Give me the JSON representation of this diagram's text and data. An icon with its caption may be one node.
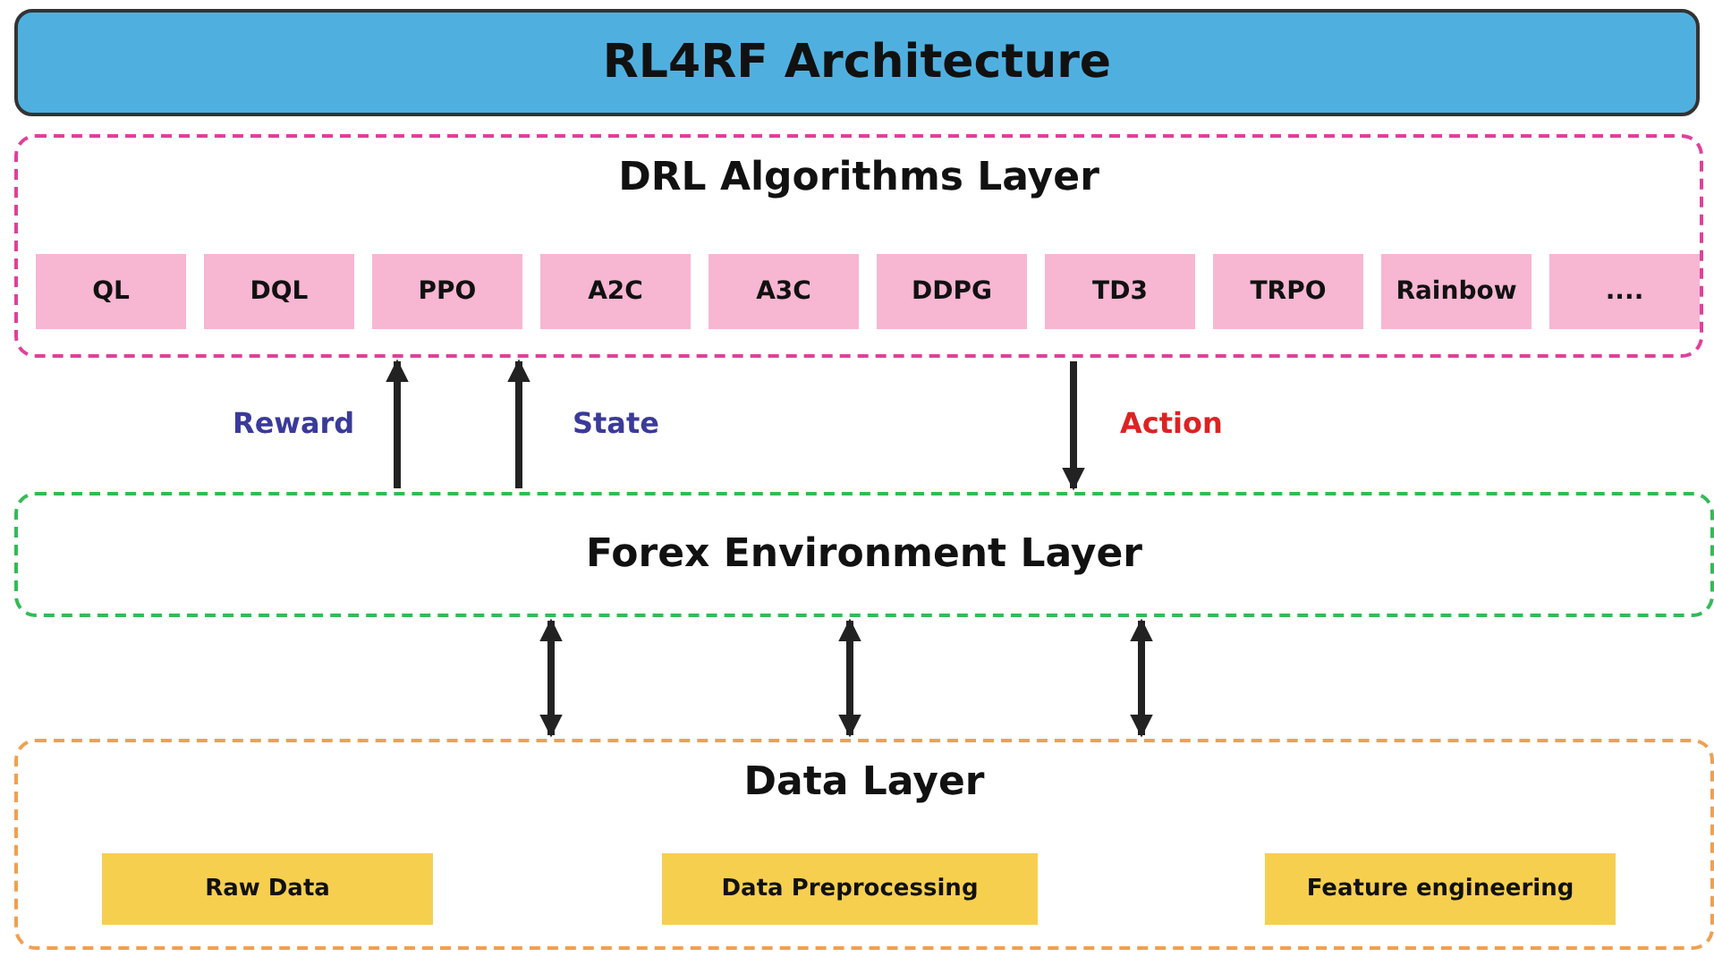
{
  "diagram": {
    "nodes": [
      {
        "text": [
          "RL4RF Architecture"
        ]
      },
      {
        "text": [
          "DRL Algorithms Layer"
        ]
      },
      {
        "text": [
          "QL"
        ],
        "in": 1
      },
      {
        "text": [
          "DQL"
        ],
        "in": 1
      },
      {
        "text": [
          "PPO"
        ],
        "in": 1
      },
      {
        "text": [
          "A2C"
        ],
        "in": 1
      },
      {
        "text": [
          "A3C"
        ],
        "in": 1
      },
      {
        "text": [
          "DDPG"
        ],
        "in": 1
      },
      {
        "text": [
          "TD3"
        ],
        "in": 1
      },
      {
        "text": [
          "TRPO"
        ],
        "in": 1
      },
      {
        "text": [
          "Rainbow"
        ],
        "in": 1
      },
      {
        "text": [
          "...."
        ],
        "in": 1
      },
      {
        "text": [
          "Forex Environment Layer"
        ]
      },
      {
        "text": [
          "Data Layer"
        ]
      },
      {
        "text": [
          "Raw Data"
        ],
        "in": 13
      },
      {
        "text": [
          "Data Preprocessing"
        ],
        "in": 13
      },
      {
        "text": [
          "Feature engineering"
        ],
        "in": 13
      }
    ],
    "edges": [
      {
        "from": 12,
        "to": 1,
        "arrow": "to",
        "label": "Reward"
      },
      {
        "from": 12,
        "to": 1,
        "arrow": "to",
        "label": "State"
      },
      {
        "from": 1,
        "to": 12,
        "arrow": "to",
        "label": "Action"
      },
      {
        "from": 12,
        "to": 13,
        "arrow": "both"
      },
      {
        "from": 12,
        "to": 13,
        "arrow": "both"
      },
      {
        "from": 12,
        "to": 13,
        "arrow": "both"
      }
    ]
  }
}
